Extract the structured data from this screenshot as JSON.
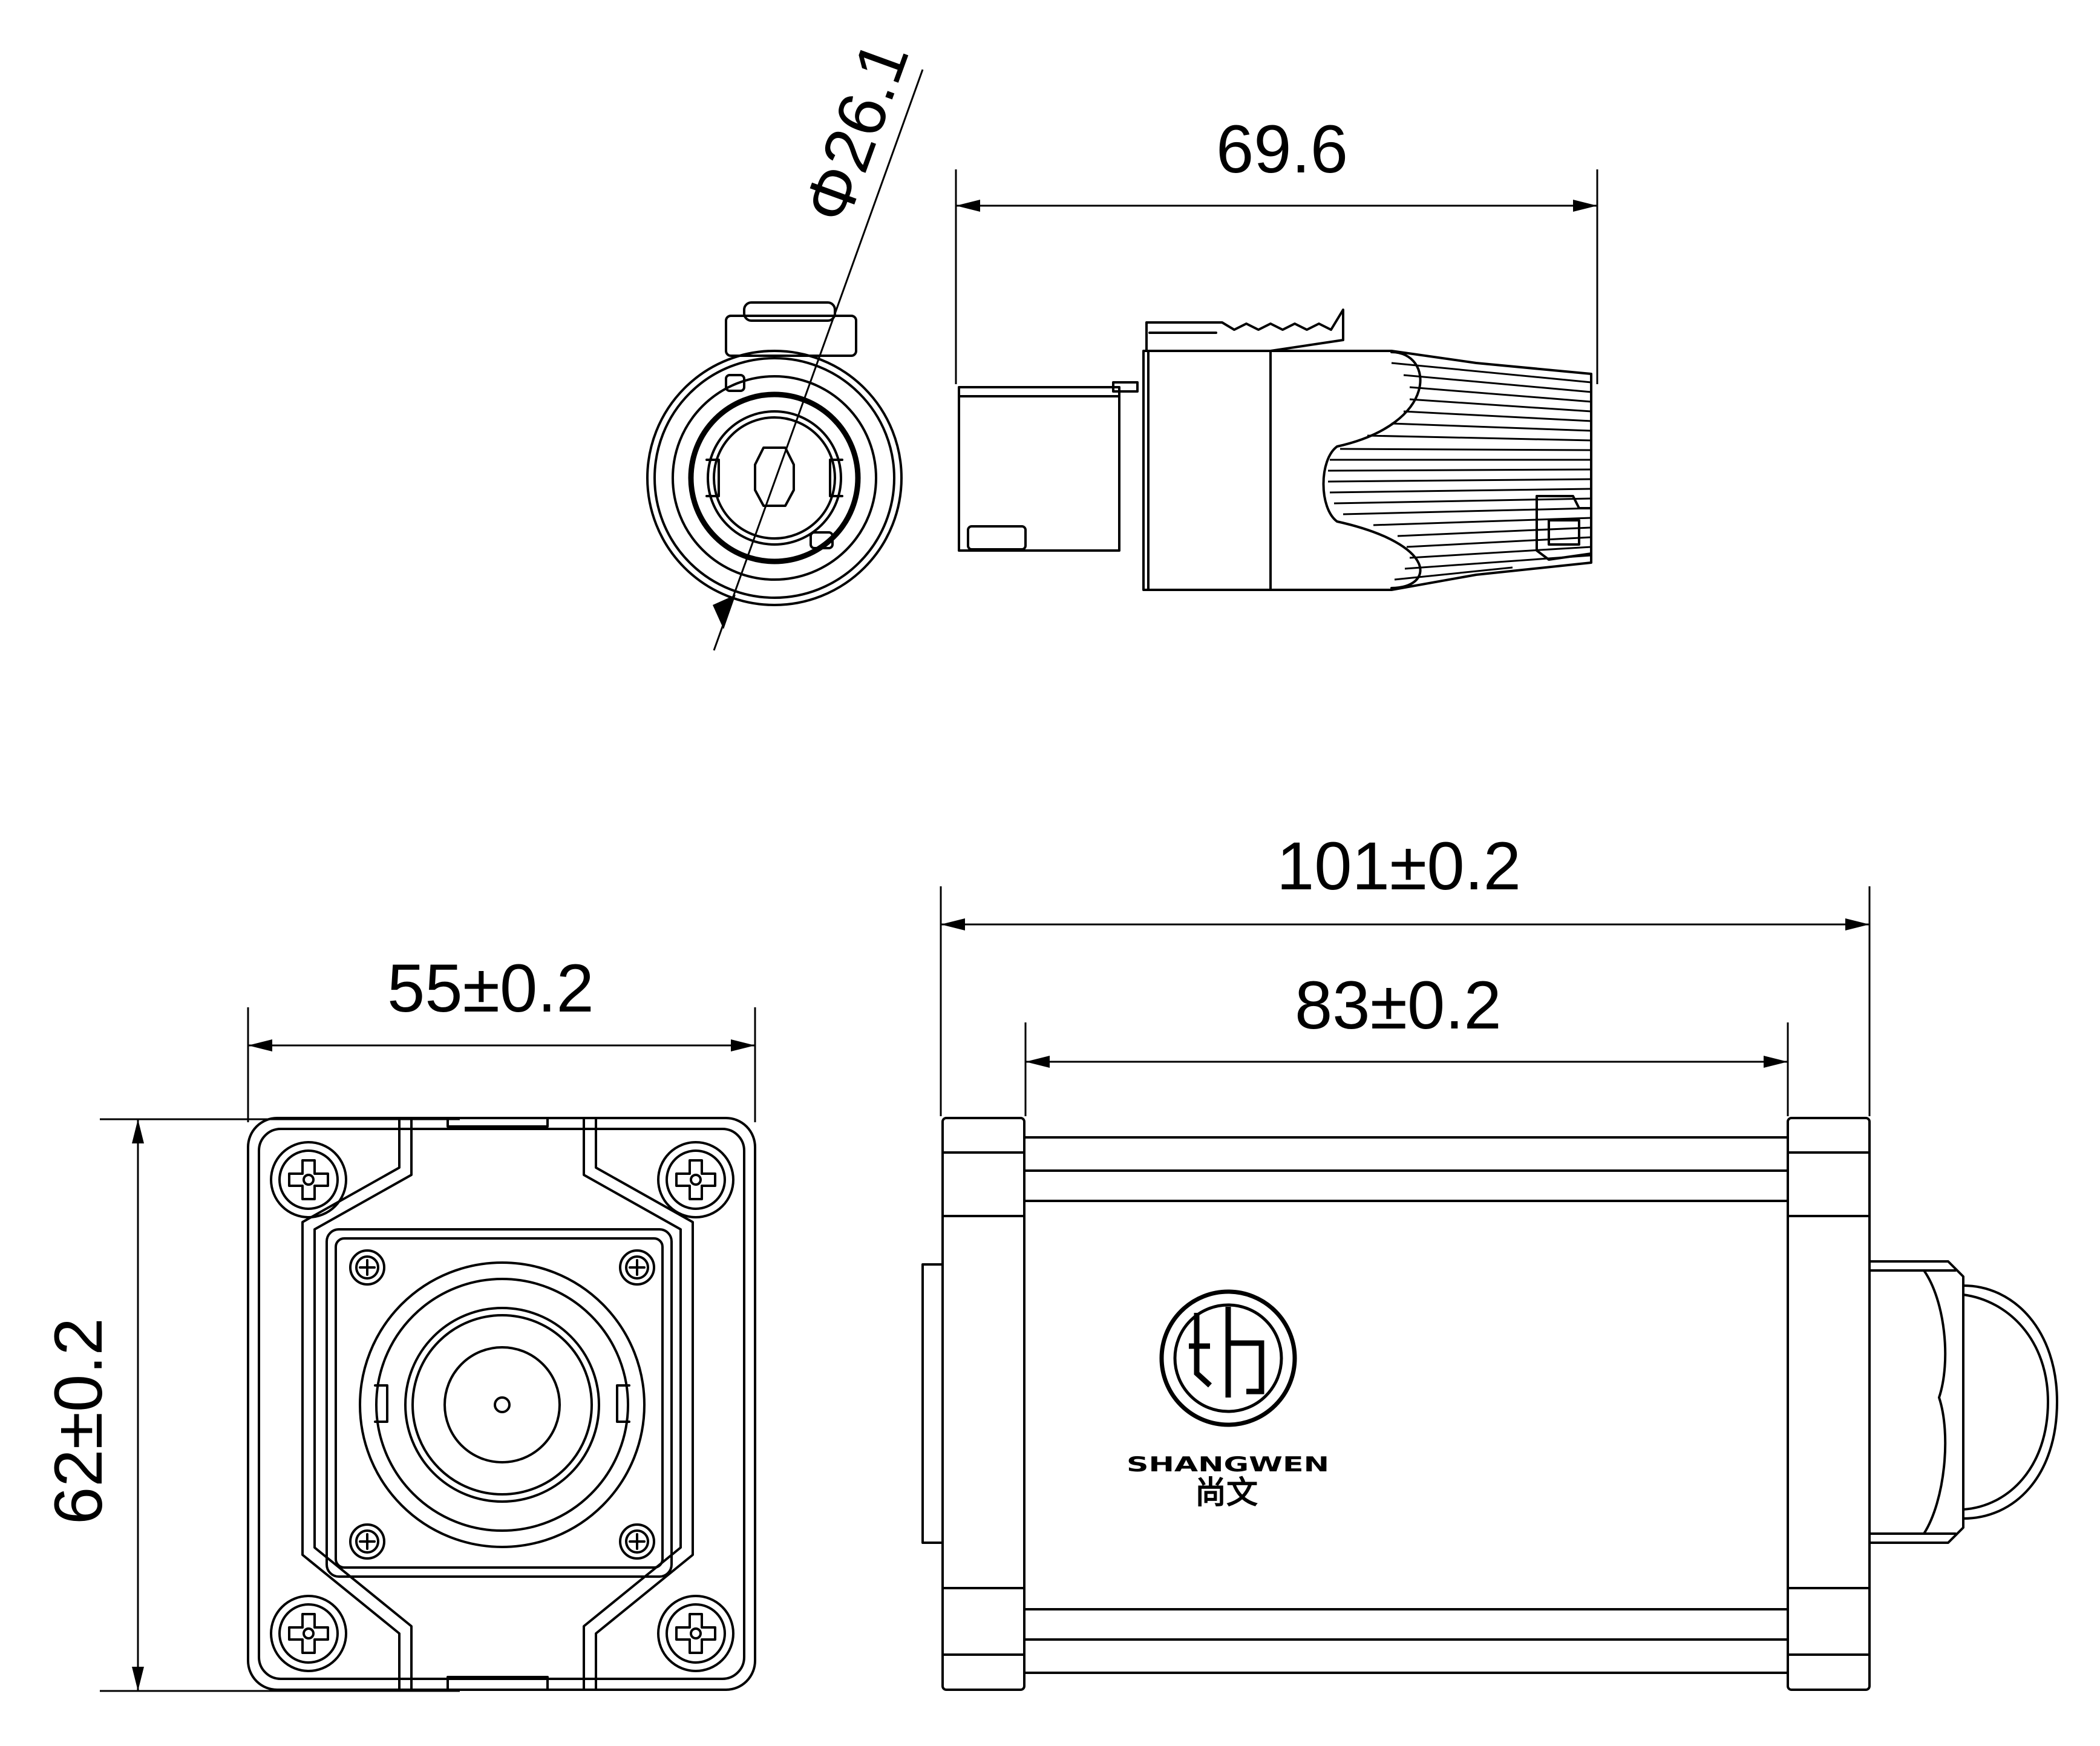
{
  "dimensions": {
    "plug_diameter": "Φ26.1",
    "plug_length": "69.6",
    "overall_length": "101±0.2",
    "body_length": "83±0.2",
    "flange_width": "55±0.2",
    "flange_height": "62±0.2"
  },
  "brand": {
    "name": "SHANGWEN",
    "chinese_name": "尚文"
  }
}
